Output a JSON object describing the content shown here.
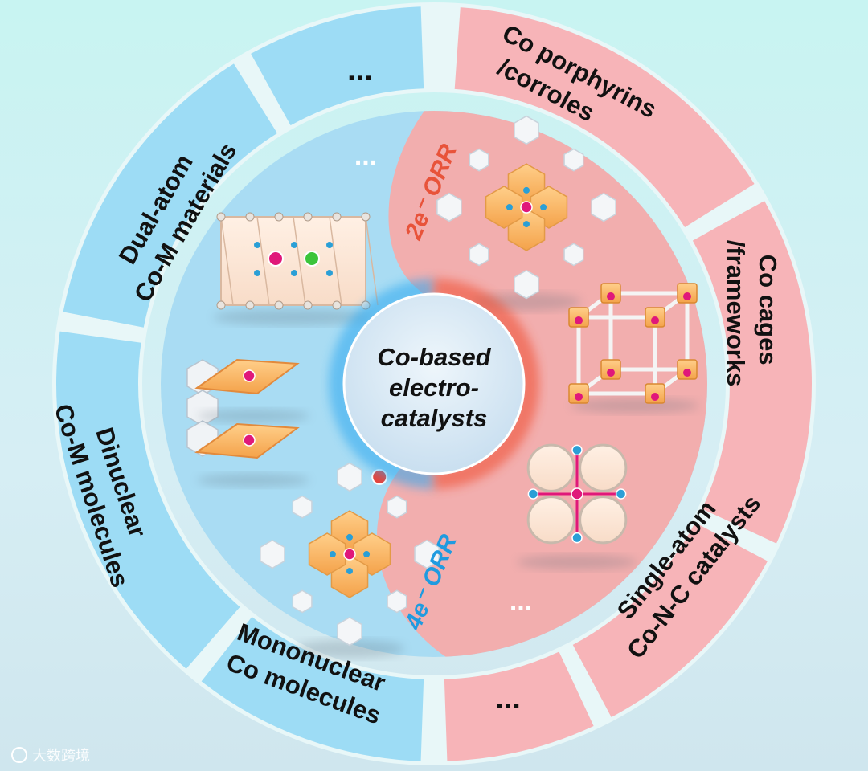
{
  "center": {
    "lines": [
      "Co-based",
      "electro-",
      "catalysts"
    ]
  },
  "orr": {
    "two_e": "2e⁻ ORR",
    "four_e": "4e⁻ ORR"
  },
  "segments": {
    "left": [
      {
        "id": "mononuclear",
        "lines": [
          "Mononuclear",
          "Co molecules"
        ]
      },
      {
        "id": "dinuclear",
        "lines": [
          "Dinuclear",
          "Co-M molecules"
        ]
      },
      {
        "id": "dual-atom",
        "lines": [
          "Dual-atom",
          "Co-M materials"
        ]
      },
      {
        "id": "left-more",
        "lines": [
          "..."
        ]
      }
    ],
    "right": [
      {
        "id": "porphyrins",
        "lines": [
          "Co porphyrins",
          "/corroles"
        ]
      },
      {
        "id": "cages",
        "lines": [
          "Co cages",
          "/frameworks"
        ]
      },
      {
        "id": "single-atom",
        "lines": [
          "Single-atom",
          "Co-N-C catalysts"
        ]
      },
      {
        "id": "right-more",
        "lines": [
          "..."
        ]
      }
    ]
  },
  "inner_ellipsis": [
    "...",
    "..."
  ],
  "watermark": "大数跨境",
  "colors": {
    "blue_ring": "#9ddcf5",
    "pink_ring": "#f7b4b8",
    "blue_inner": "#a9dcf3",
    "pink_inner": "#f2aeae",
    "two_e": "#e8533a",
    "four_e": "#1f9be0"
  }
}
